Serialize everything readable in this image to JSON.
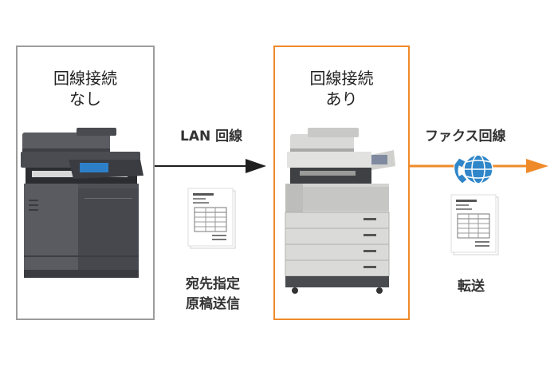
{
  "left_box": {
    "line1": "回線接続",
    "line2": "なし"
  },
  "right_box": {
    "line1": "回線接続",
    "line2": "あり"
  },
  "lan_label": "LAN 回線",
  "send_label": {
    "line1": "宛先指定",
    "line2": "原稿送信"
  },
  "fax_label": "ファクス回線",
  "transfer_label": "転送",
  "colors": {
    "orange": "#ef8a2a",
    "gray_border": "#9c9c9c",
    "arrow_dark": "#1e1e1e",
    "globe_blue": "#2f86c9"
  },
  "icons": [
    "mfp-printer-small-icon",
    "mfp-printer-large-icon",
    "document-icon",
    "phone-globe-icon"
  ]
}
